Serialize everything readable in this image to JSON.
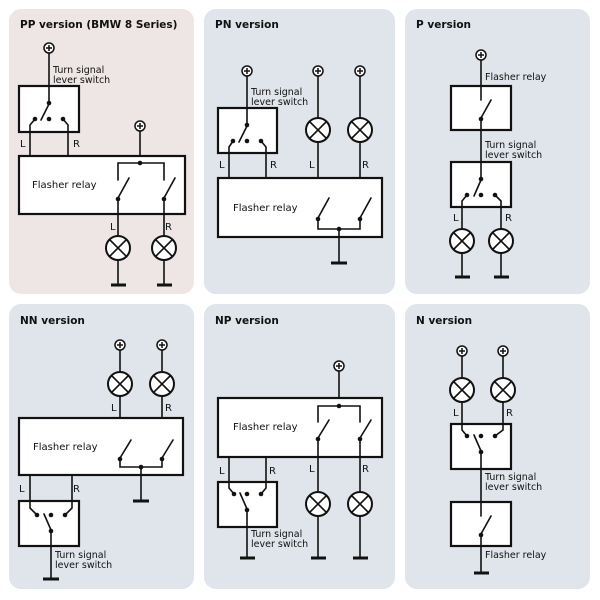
{
  "colors": {
    "panel": "#dfe5ea",
    "panel_highlight": "#eee5e5",
    "ink": "#111111"
  },
  "panels": [
    {
      "title": "PP version (BMW 8 Series)",
      "highlight": true
    },
    {
      "title": "PN version"
    },
    {
      "title": "P version"
    },
    {
      "title": "NN version"
    },
    {
      "title": "NP version"
    },
    {
      "title": "N version"
    }
  ],
  "labels": {
    "turn_signal_1": "Turn signal",
    "turn_signal_2": "lever switch",
    "flasher_relay": "Flasher relay",
    "left": "L",
    "right": "R"
  }
}
